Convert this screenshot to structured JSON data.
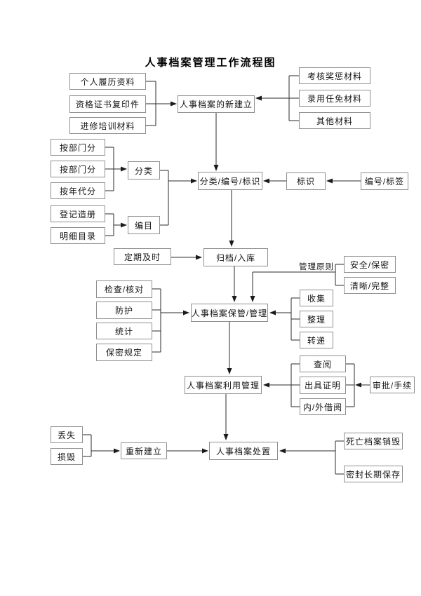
{
  "title": "人事档案管理工作流程图",
  "nodes": {
    "personal_resume": "个人履历资料",
    "qualification_copy": "资格证书复印件",
    "training_material": "进修培训材料",
    "new_file": "人事档案的新建立",
    "assessment_material": "考核奖惩材料",
    "employment_material": "录用任免材料",
    "other_material": "其他材料",
    "by_department_1": "按部门分",
    "by_department_2": "按部门分",
    "by_year": "按年代分",
    "classify": "分类",
    "register": "登记造册",
    "detail_catalog": "明细目录",
    "catalog": "编目",
    "classify_number_mark": "分类/编号/标识",
    "mark": "标识",
    "number_label": "编号/标签",
    "regular_timely": "定期及时",
    "archive_storage": "归档/入库",
    "mgmt_principle": "管理原则",
    "safety_secrecy": "安全/保密",
    "clear_complete": "清晰/完整",
    "check_verify": "检查/核对",
    "protection": "防护",
    "statistics": "统计",
    "secrecy_rules": "保密规定",
    "keep_mgmt": "人事档案保管/管理",
    "collect": "收集",
    "organize": "整理",
    "transfer": "转递",
    "use_mgmt": "人事档案利用管理",
    "consult": "查阅",
    "issue_cert": "出具证明",
    "borrow": "内/外借阅",
    "approval": "审批/手续",
    "lost": "丢失",
    "damaged": "损毁",
    "rebuild": "重新建立",
    "disposal": "人事档案处置",
    "death_destroy": "死亡档案销毁",
    "seal_preserve": "密封长期保存"
  },
  "colors": {
    "box_border": "#8f8f8f",
    "line": "#2b2b2b",
    "text": "#141414"
  }
}
